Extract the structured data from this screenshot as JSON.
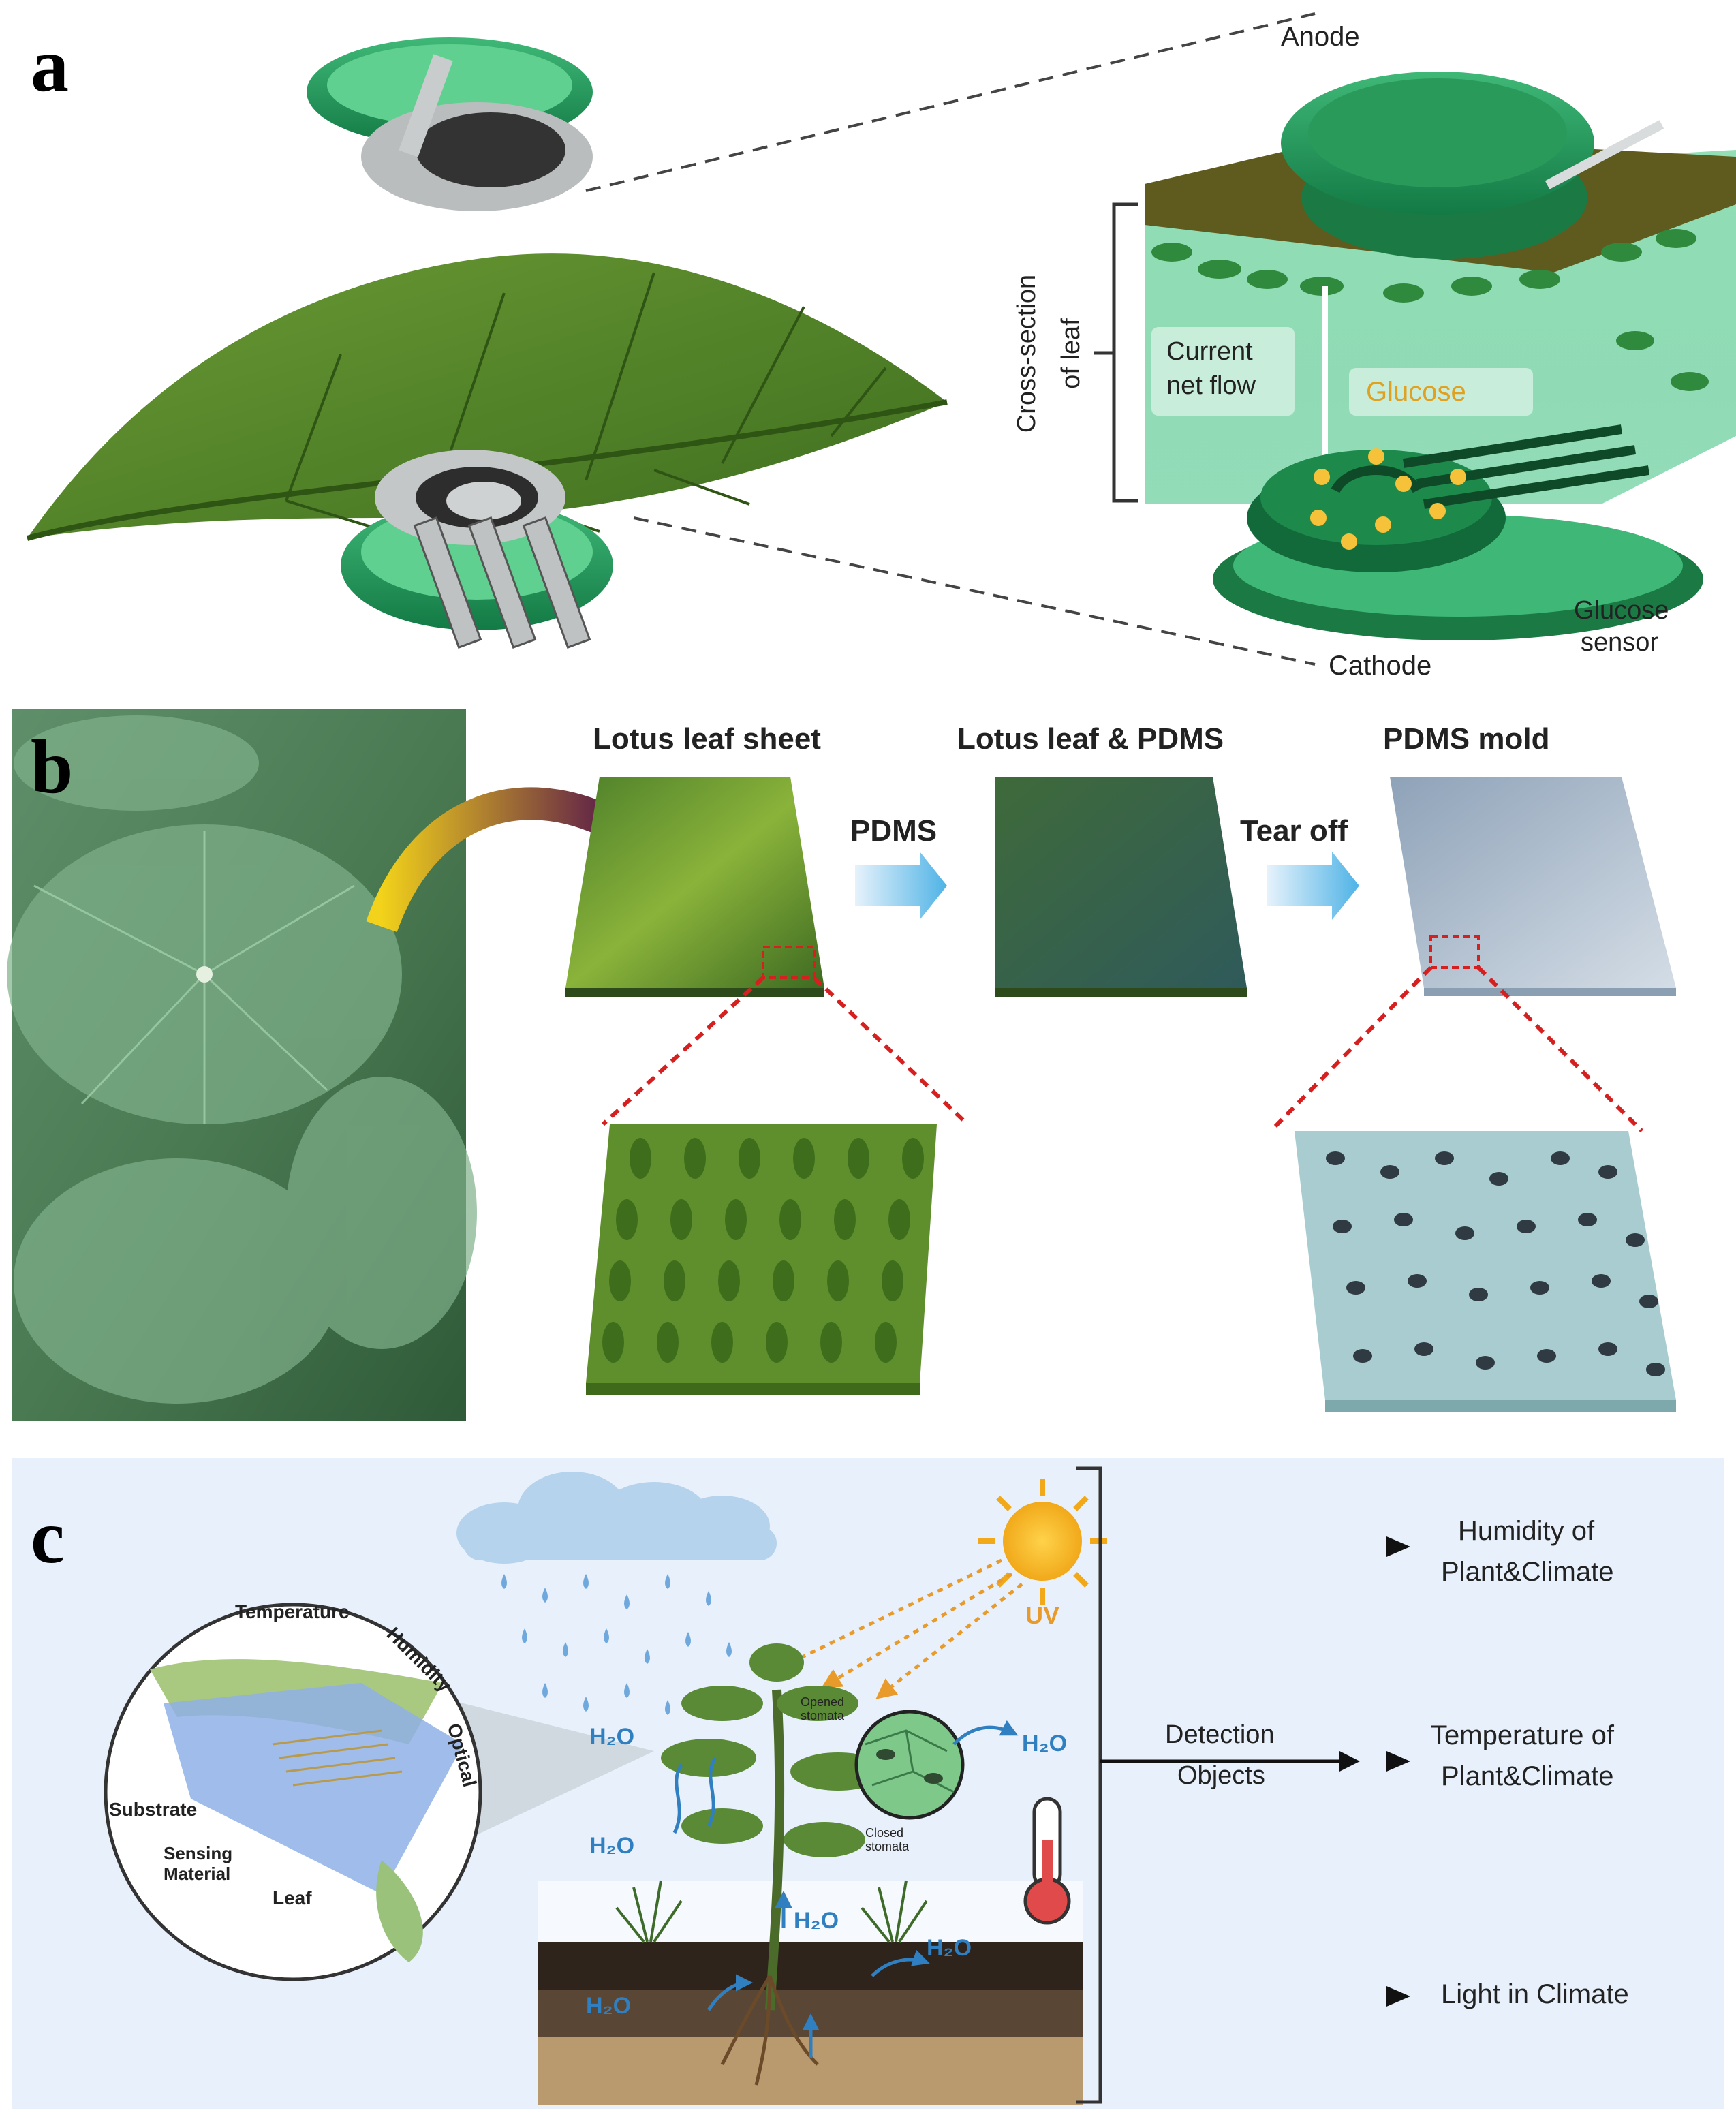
{
  "panel_a": {
    "letter": "a",
    "anode": "Anode",
    "cathode": "Cathode",
    "cross_section_line1": "Cross-section",
    "cross_section_line2": "of leaf",
    "current_line1": "Current",
    "current_line2": "net flow",
    "glucose": "Glucose",
    "glucose_sensor_line1": "Glucose",
    "glucose_sensor_line2": "sensor"
  },
  "panel_b": {
    "letter": "b",
    "lotus_leaf_sheet": "Lotus leaf sheet",
    "lotus_leaf_pdms": "Lotus leaf & PDMS",
    "pdms_mold": "PDMS mold",
    "arrow1_label": "PDMS",
    "arrow2_label": "Tear off"
  },
  "panel_c": {
    "letter": "c",
    "temperature": "Temperature",
    "humidity": "Humidity",
    "optical": "Optical",
    "substrate": "Substrate",
    "sensing_line1": "Sensing",
    "sensing_line2": "Material",
    "leaf": "Leaf",
    "h2o": "H₂O",
    "uv": "UV",
    "opened_line1": "Opened",
    "opened_line2": "stomata",
    "closed_line1": "Closed",
    "closed_line2": "stomata",
    "detection_line1": "Detection",
    "detection_line2": "Objects",
    "outputs": [
      {
        "line1": "Humidity of",
        "line2": "Plant&Climate"
      },
      {
        "line1": "Temperature of",
        "line2": "Plant&Climate"
      },
      {
        "line1": "Light in Climate",
        "line2": ""
      }
    ],
    "colors": {
      "background": "#e8f1fb",
      "water": "#2f7fc1",
      "sun": "#f5b81c",
      "uv": "#e89a2a"
    }
  }
}
